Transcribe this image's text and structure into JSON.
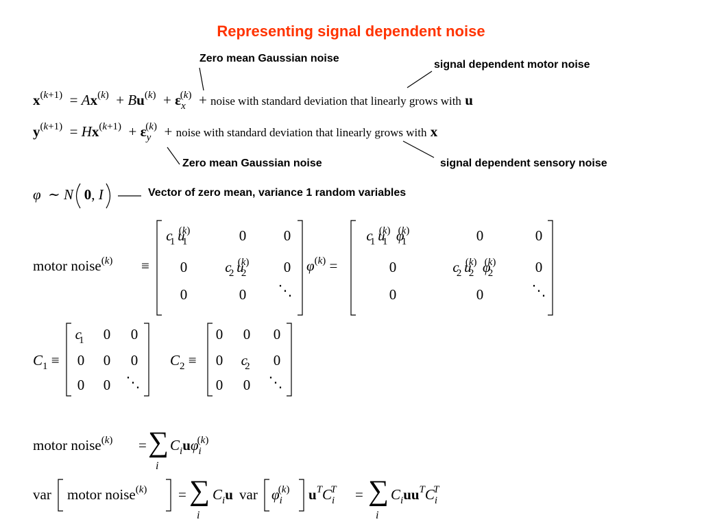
{
  "slide": {
    "title": "Representing signal dependent noise",
    "color_title": "#ff3300",
    "annotations": {
      "zero_mean_top": "Zero mean Gaussian noise",
      "motor_noise_top": "signal dependent motor noise",
      "zero_mean_bottom": "Zero mean Gaussian noise",
      "sensory_noise": "signal dependent sensory noise",
      "vector_desc": "Vector of zero mean, variance 1 random variables"
    },
    "eq1_text": "noise with standard deviation that linearly grows with",
    "eq1_var": "u",
    "eq2_text": "noise with standard deviation that linearly grows with",
    "eq2_var": "x",
    "motor_noise_label": "motor noise",
    "var_label": "var"
  }
}
